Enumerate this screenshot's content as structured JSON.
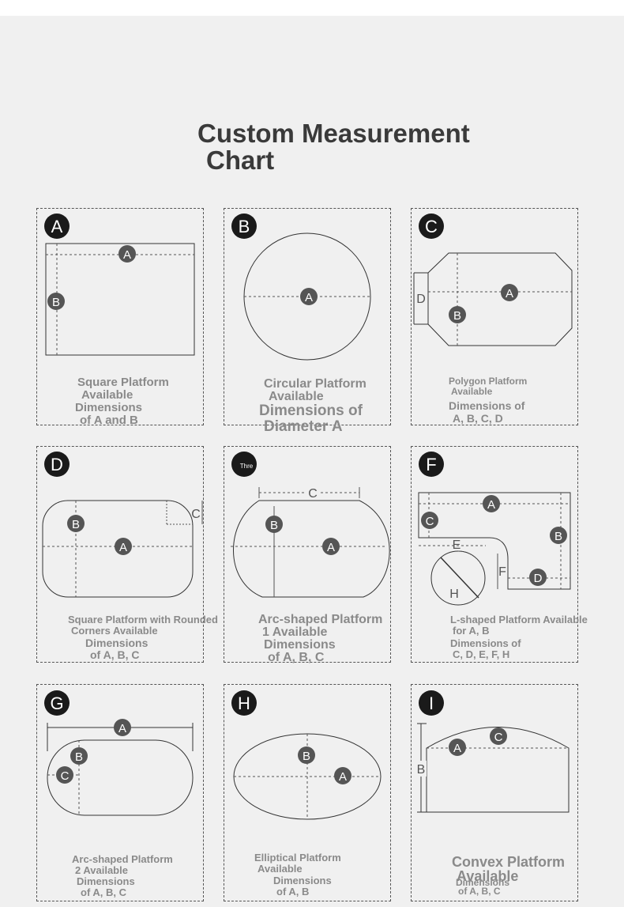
{
  "title": {
    "line1": "Custom Measurement",
    "line2": "Chart"
  },
  "panels": [
    {
      "badge": "A",
      "caption": [
        "Square Platform",
        "Available",
        "Dimensions",
        "of A and B"
      ]
    },
    {
      "badge": "B",
      "caption": [
        "Circular Platform",
        "Available",
        "Dimensions of",
        "Diameter A"
      ]
    },
    {
      "badge": "C",
      "caption": [
        "Polygon Platform",
        "Available",
        "Dimensions of",
        "A, B, C, D"
      ]
    },
    {
      "badge": "D",
      "caption": [
        "Square Platform with Rounded",
        "Corners Available",
        "Dimensions",
        "of A, B, C"
      ]
    },
    {
      "badge": "Thre",
      "caption": [
        "Arc-shaped Platform",
        "1 Available",
        "Dimensions",
        "of A, B, C"
      ]
    },
    {
      "badge": "F",
      "caption": [
        "L-shaped Platform Available",
        "for A, B",
        "Dimensions of",
        "C, D, E, F, H"
      ]
    },
    {
      "badge": "G",
      "caption": [
        "Arc-shaped Platform",
        "2 Available",
        "Dimensions",
        "of A, B, C"
      ]
    },
    {
      "badge": "H",
      "caption": [
        "Elliptical Platform",
        "Available",
        "Dimensions",
        "of A, B"
      ]
    },
    {
      "badge": "I",
      "caption": [
        "Convex Platform",
        "Available",
        "Dimensions",
        "of A, B, C"
      ]
    }
  ],
  "labels": {
    "A": "A",
    "B": "B",
    "C": "C",
    "D": "D",
    "E": "E",
    "F": "F",
    "H": "H"
  }
}
